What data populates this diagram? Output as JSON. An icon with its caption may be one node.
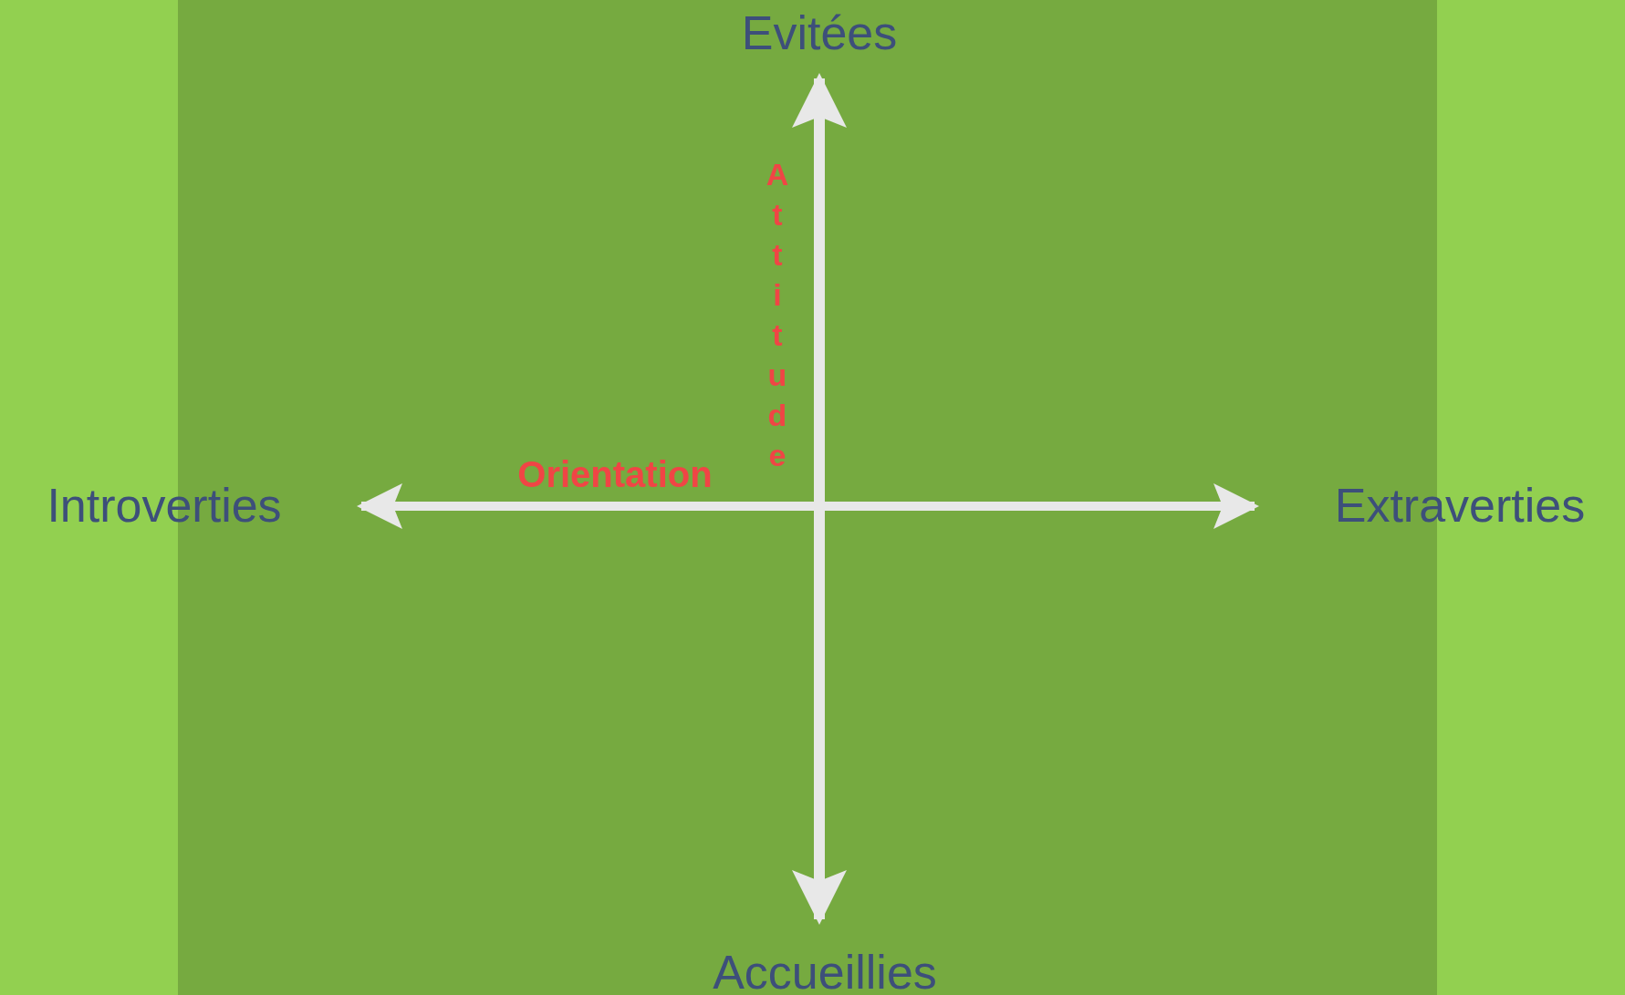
{
  "diagram": {
    "labels": [
      "Evitées",
      "Attitude",
      "Orientation",
      "Introverties",
      "Extraverties",
      "Accueillies"
    ]
  }
}
